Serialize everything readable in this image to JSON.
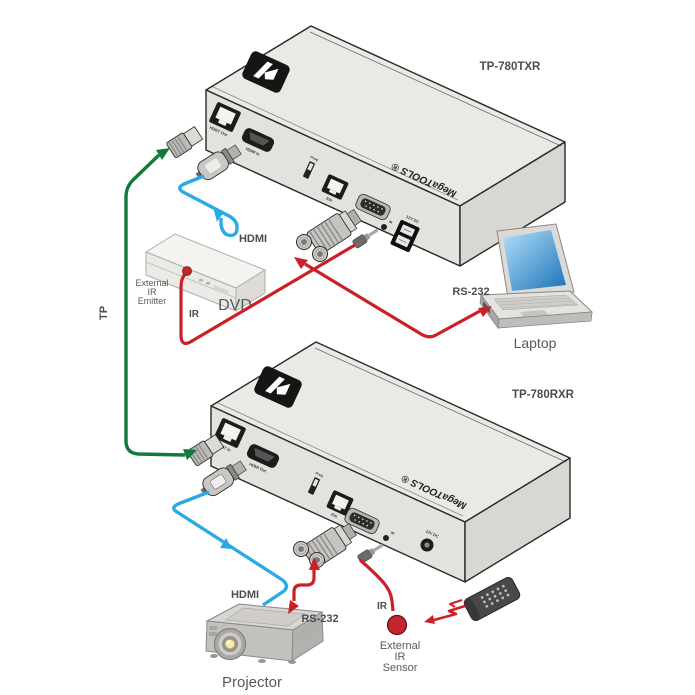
{
  "colors": {
    "tp_green": "#107a3b",
    "hdmi_blue": "#2aaae2",
    "signal_red": "#cc2027",
    "device_top": "#ebe9e5",
    "device_front": "#e4e2de",
    "device_side": "#d9d7d3",
    "outline": "#2b2926",
    "label_gray": "#57585a"
  },
  "devices": {
    "tx": {
      "model": "TP-780TXR",
      "brand": "MegaTOOLS ®",
      "ports": {
        "hdbt": "HDBT Out",
        "hdmi": "HDMI In",
        "prog": "Prog",
        "eth": "Eth",
        "rs232": "RS-232",
        "ir": "IR",
        "power": "12V DC"
      }
    },
    "rx": {
      "model": "TP-780RXR",
      "brand": "MegaTOOLS ®",
      "ports": {
        "hdbt": "HDBT In",
        "hdmi": "HDMI Out",
        "prog": "Prog",
        "eth": "Eth",
        "rs232": "RS-232",
        "ir": "IR",
        "power": "12V DC"
      }
    }
  },
  "cables": {
    "tp": "TP",
    "tx_hdmi": "HDMI",
    "tx_ir": "IR",
    "tx_rs232": "RS-232",
    "rx_hdmi": "HDMI",
    "rx_rs232": "RS-232",
    "rx_ir": "IR"
  },
  "peripherals": {
    "dvd": {
      "label": "DVD",
      "emitter": [
        "External",
        "IR",
        "Emitter"
      ]
    },
    "laptop": {
      "label": "Laptop"
    },
    "projector": {
      "label": "Projector"
    },
    "ir_sensor": [
      "External",
      "IR",
      "Sensor"
    ]
  }
}
